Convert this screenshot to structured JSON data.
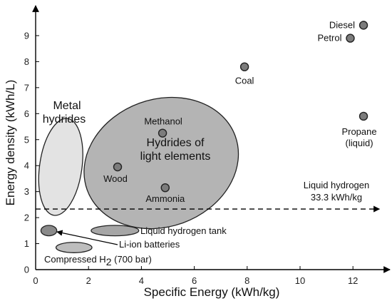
{
  "chart_data": {
    "type": "scatter",
    "title": "",
    "xlabel": "Specific Energy (kWh/kg)",
    "ylabel": "Energy density (kWh/L)",
    "xlim": [
      0,
      13.3
    ],
    "ylim": [
      0,
      9.8
    ],
    "xticks": [
      0,
      2,
      4,
      6,
      8,
      10,
      12
    ],
    "yticks": [
      0,
      1,
      2,
      3,
      4,
      5,
      6,
      7,
      8,
      9
    ],
    "grid": false,
    "points": [
      {
        "label": "Diesel",
        "x": 12.4,
        "y": 9.4
      },
      {
        "label": "Petrol",
        "x": 11.9,
        "y": 8.9
      },
      {
        "label": "Coal",
        "x": 7.9,
        "y": 7.8
      },
      {
        "label": "Propane",
        "sublabel": "(liquid)",
        "x": 12.4,
        "y": 5.9
      },
      {
        "label": "Methanol",
        "x": 4.8,
        "y": 5.25
      },
      {
        "label": "Wood",
        "x": 3.1,
        "y": 3.95
      },
      {
        "label": "Ammonia",
        "x": 4.9,
        "y": 3.15
      }
    ],
    "regions": [
      {
        "label_lines": [
          "Metal",
          "hydrides"
        ],
        "cx": 0.95,
        "cy": 3.95,
        "rx_data": 0.8,
        "ry_data": 1.88,
        "rotation_deg": 8,
        "fill": "#e3e3e3"
      },
      {
        "label_lines": [
          "Hydrides of",
          "light elements"
        ],
        "cx": 4.75,
        "cy": 4.1,
        "rx_data": 2.98,
        "ry_data": 2.45,
        "rotation_deg": -20,
        "fill": "#b4b4b4"
      },
      {
        "label": "Liquid hydrogen tank",
        "cx": 3.0,
        "cy": 1.5,
        "rx_data": 0.9,
        "ry_data": 0.2,
        "rotation_deg": 0,
        "fill": "#a6a6a6"
      },
      {
        "label": "Li-ion batteries",
        "cx": 0.5,
        "cy": 1.5,
        "rx_data": 0.3,
        "ry_data": 0.2,
        "rotation_deg": 0,
        "fill": "#8a8a8a"
      },
      {
        "label": "Compressed H",
        "label_sub": "2",
        "label_suffix": " (700 bar)",
        "cx": 1.45,
        "cy": 0.85,
        "rx_data": 0.68,
        "ry_data": 0.2,
        "rotation_deg": 0,
        "fill": "#bdbdbd"
      }
    ],
    "reference_line": {
      "y": 2.33,
      "x_range": [
        0,
        13.0
      ],
      "style": "dashed",
      "label_lines": [
        "Liquid hydrogen",
        "33.3 kWh/kg"
      ]
    },
    "colors": {
      "point_fill": "#7c7c7c",
      "point_stroke": "#222222",
      "axis": "#000000"
    }
  }
}
